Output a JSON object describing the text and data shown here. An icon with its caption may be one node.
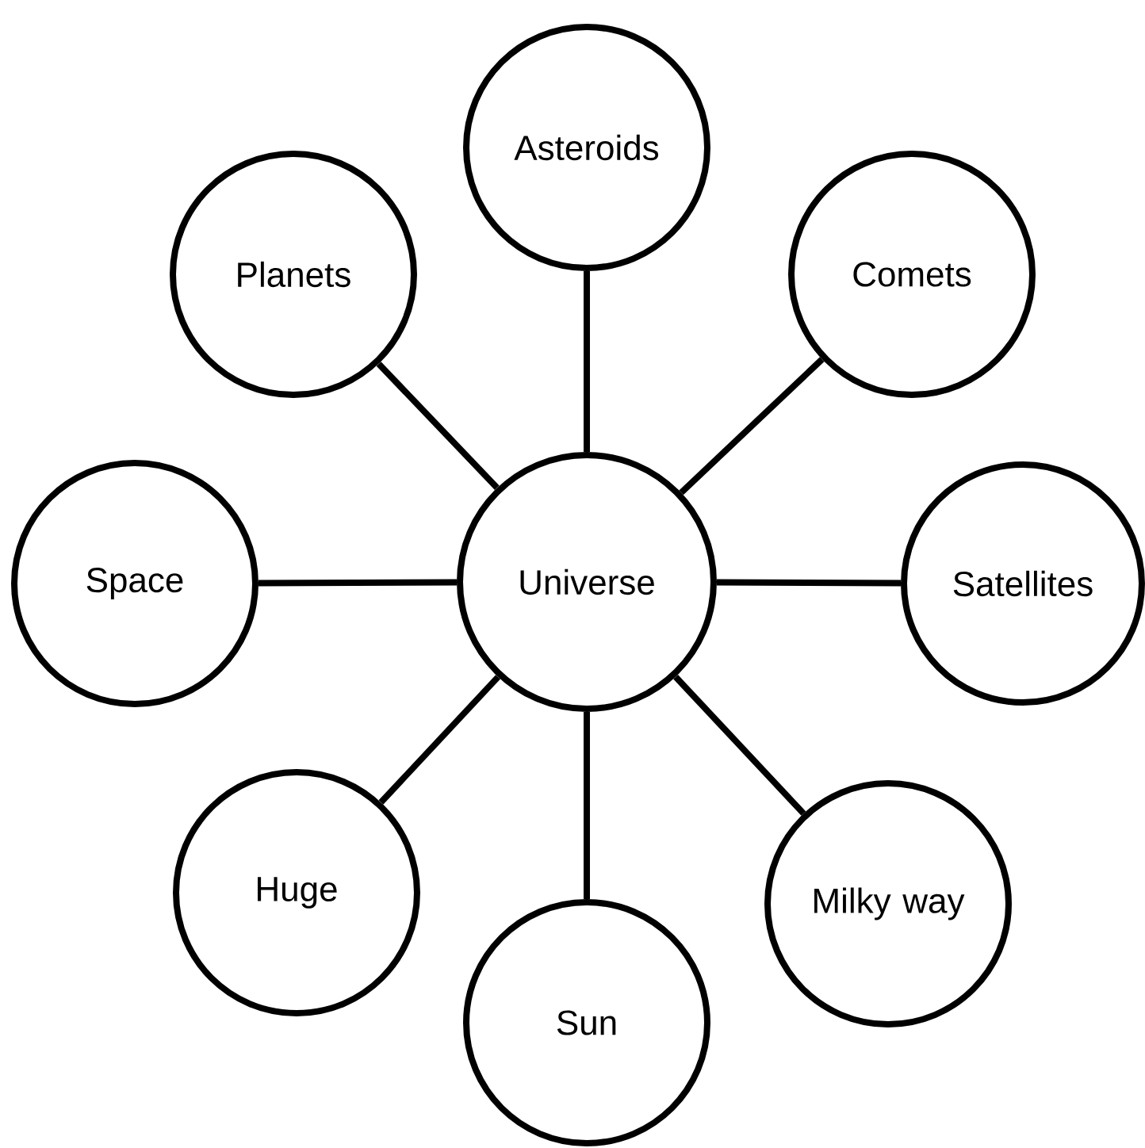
{
  "diagram": {
    "nodes": [
      {
        "text": [
          "Universe"
        ]
      },
      {
        "text": [
          "Asteroids"
        ]
      },
      {
        "text": [
          "Planets"
        ]
      },
      {
        "text": [
          "Comets"
        ]
      },
      {
        "text": [
          "Space"
        ]
      },
      {
        "text": [
          "Satellites"
        ]
      },
      {
        "text": [
          "Huge"
        ]
      },
      {
        "text": [
          "Milky way"
        ]
      },
      {
        "text": [
          "Sun"
        ]
      }
    ],
    "edges": [
      {
        "from": 0,
        "to": 1,
        "arrow": "none"
      },
      {
        "from": 0,
        "to": 2,
        "arrow": "none"
      },
      {
        "from": 0,
        "to": 3,
        "arrow": "none"
      },
      {
        "from": 0,
        "to": 4,
        "arrow": "none"
      },
      {
        "from": 0,
        "to": 5,
        "arrow": "none"
      },
      {
        "from": 0,
        "to": 6,
        "arrow": "none"
      },
      {
        "from": 0,
        "to": 7,
        "arrow": "none"
      },
      {
        "from": 0,
        "to": 8,
        "arrow": "none"
      }
    ]
  }
}
